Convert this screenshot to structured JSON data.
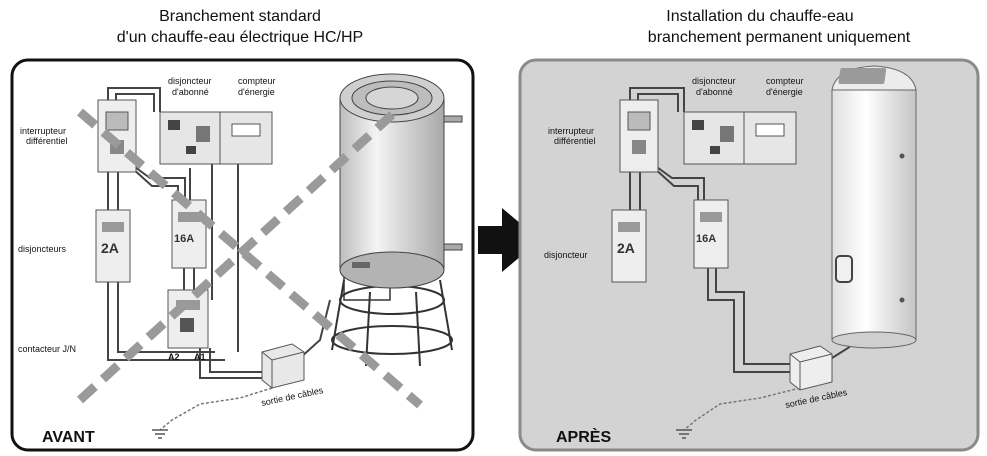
{
  "left": {
    "title_line1": "Branchement standard",
    "title_line2": "d'un chauffe-eau électrique HC/HP",
    "labels": {
      "interrupteur_line1": "interrupteur",
      "interrupteur_line2": "différentiel",
      "disjoncteur_abonne_line1": "disjoncteur",
      "disjoncteur_abonne_line2": "d'abonné",
      "compteur_line1": "compteur",
      "compteur_line2": "d'énergie",
      "disjoncteurs": "disjoncteurs",
      "contacteur": "contacteur J/N",
      "sortie": "sortie de câbles",
      "breaker_2a": "2A",
      "breaker_16a": "16A",
      "terminal_a2": "A2",
      "terminal_a1": "A1"
    },
    "corner": "AVANT"
  },
  "right": {
    "title_line1": "Installation du chauffe-eau",
    "title_line2": "branchement permanent uniquement",
    "labels": {
      "interrupteur_line1": "interrupteur",
      "interrupteur_line2": "différentiel",
      "disjoncteur_abonne_line1": "disjoncteur",
      "disjoncteur_abonne_line2": "d'abonné",
      "compteur_line1": "compteur",
      "compteur_line2": "d'énergie",
      "disjoncteur": "disjoncteur",
      "sortie": "sortie de câbles",
      "breaker_2a": "2A",
      "breaker_16a": "16A"
    },
    "corner": "APRÈS"
  },
  "colors": {
    "left_panel_bg": "#ffffff",
    "right_panel_bg": "#d3d3d3",
    "cross_lines": "#9a9a9a",
    "arrow": "#111111"
  }
}
